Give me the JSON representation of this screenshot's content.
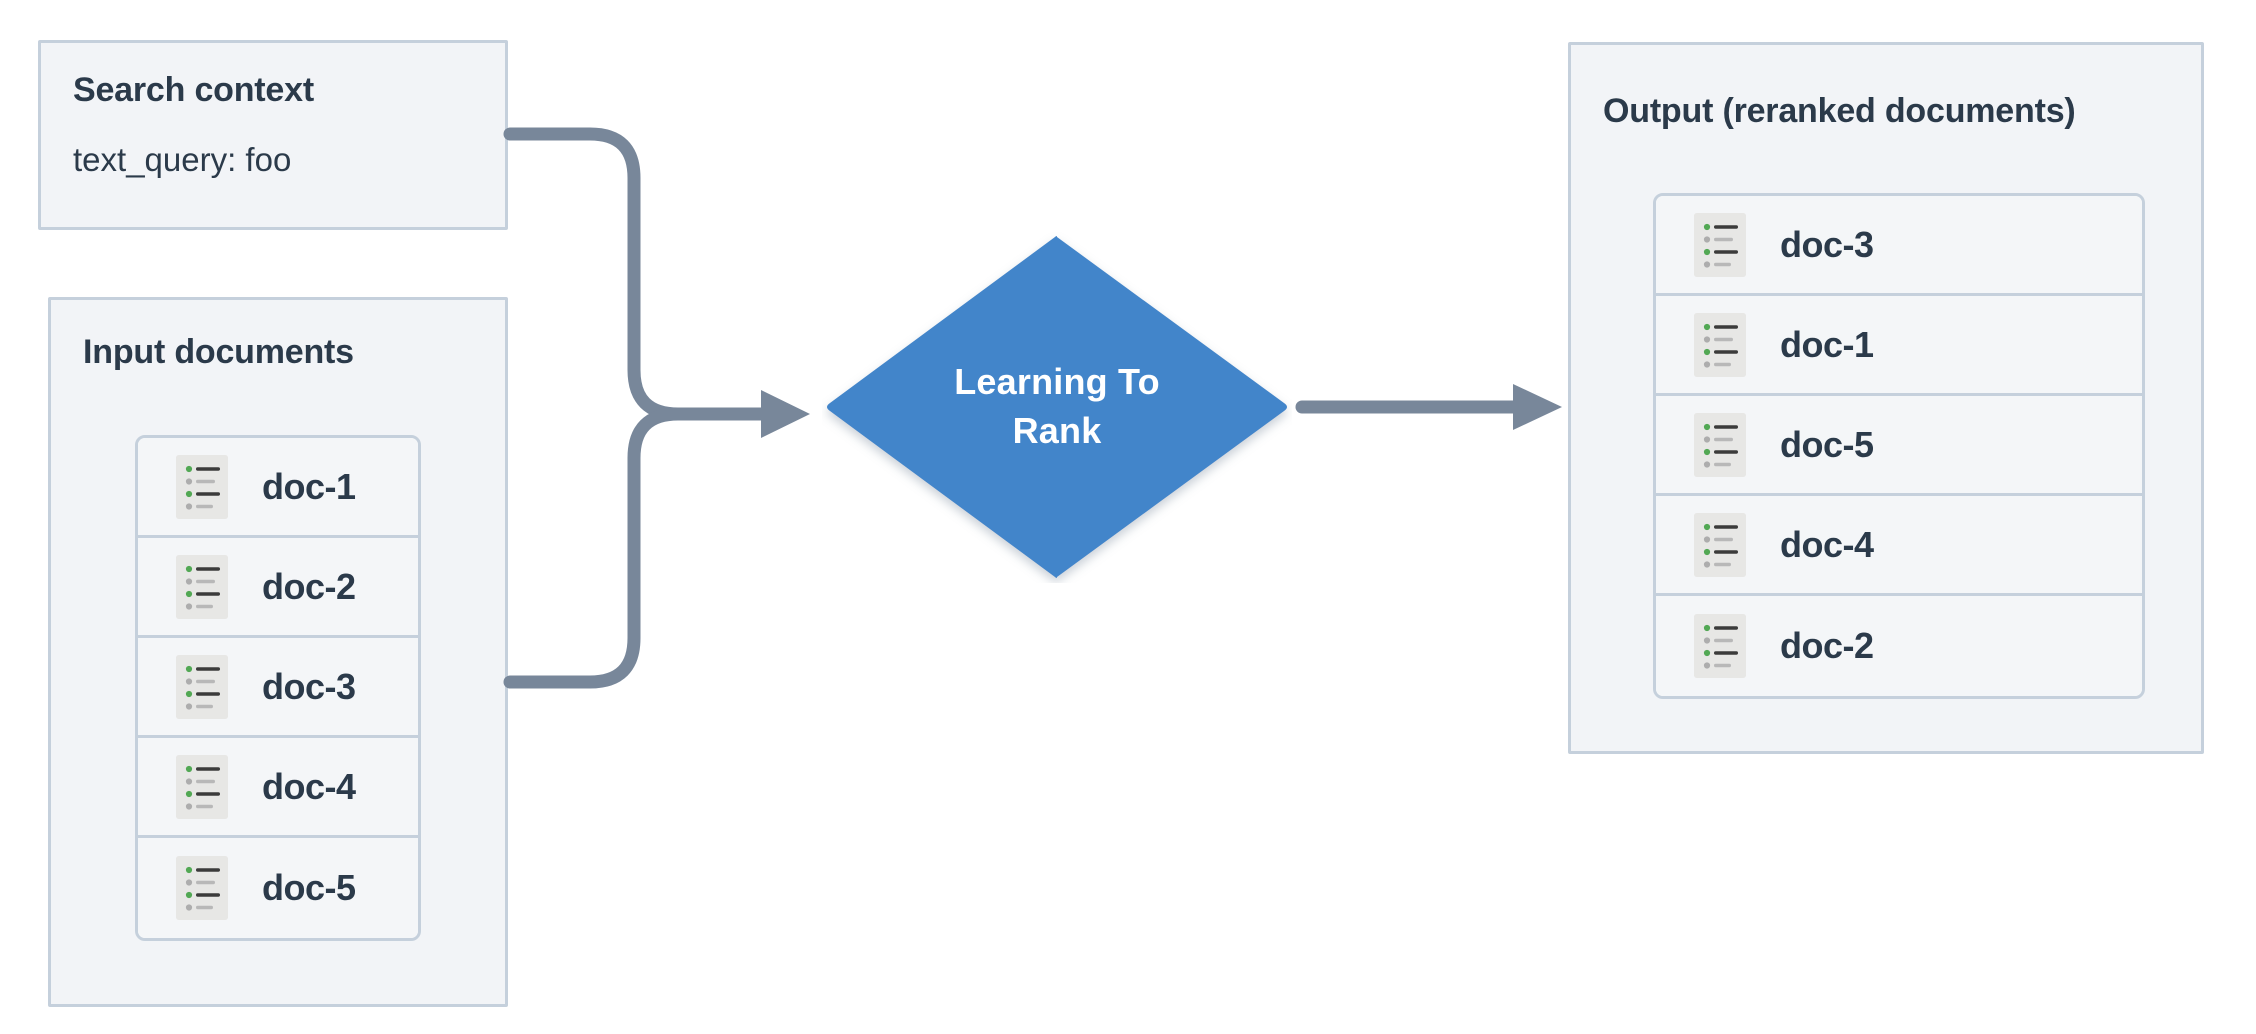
{
  "diagram": {
    "title": "Learning To Rank reranking flow",
    "background": "#ffffff",
    "colors": {
      "panel_fill": "#f2f4f7",
      "panel_border": "#c5d0dc",
      "text": "#2b3a4a",
      "accent_blue": "#4285ca",
      "connector": "#78879a",
      "icon_bg": "#e7e7e5",
      "icon_bullet_green": "#52a854",
      "icon_bullet_gray": "#adadad",
      "icon_line_dark": "#3b3b3b",
      "icon_line_gray": "#b8b8b8"
    }
  },
  "search_context": {
    "title": "Search context",
    "query_line": "text_query: foo"
  },
  "input_documents": {
    "title": "Input documents",
    "items": [
      {
        "label": "doc-1",
        "icon": "document-list-icon"
      },
      {
        "label": "doc-2",
        "icon": "document-list-icon"
      },
      {
        "label": "doc-3",
        "icon": "document-list-icon"
      },
      {
        "label": "doc-4",
        "icon": "document-list-icon"
      },
      {
        "label": "doc-5",
        "icon": "document-list-icon"
      }
    ]
  },
  "processor": {
    "label": "Learning To\nRank",
    "shape": "diamond",
    "fill": "#4285ca",
    "text_color": "#ffffff"
  },
  "output_documents": {
    "title": "Output (reranked documents)",
    "items": [
      {
        "label": "doc-3",
        "icon": "document-list-icon"
      },
      {
        "label": "doc-1",
        "icon": "document-list-icon"
      },
      {
        "label": "doc-5",
        "icon": "document-list-icon"
      },
      {
        "label": "doc-4",
        "icon": "document-list-icon"
      },
      {
        "label": "doc-2",
        "icon": "document-list-icon"
      }
    ]
  },
  "connectors": [
    {
      "name": "search-context-to-ltr",
      "from": "search-context",
      "to": "learning-to-rank",
      "arrow": true
    },
    {
      "name": "input-documents-to-ltr",
      "from": "input-documents",
      "to": "learning-to-rank",
      "arrow": true
    },
    {
      "name": "ltr-to-output",
      "from": "learning-to-rank",
      "to": "output-documents",
      "arrow": true
    }
  ]
}
